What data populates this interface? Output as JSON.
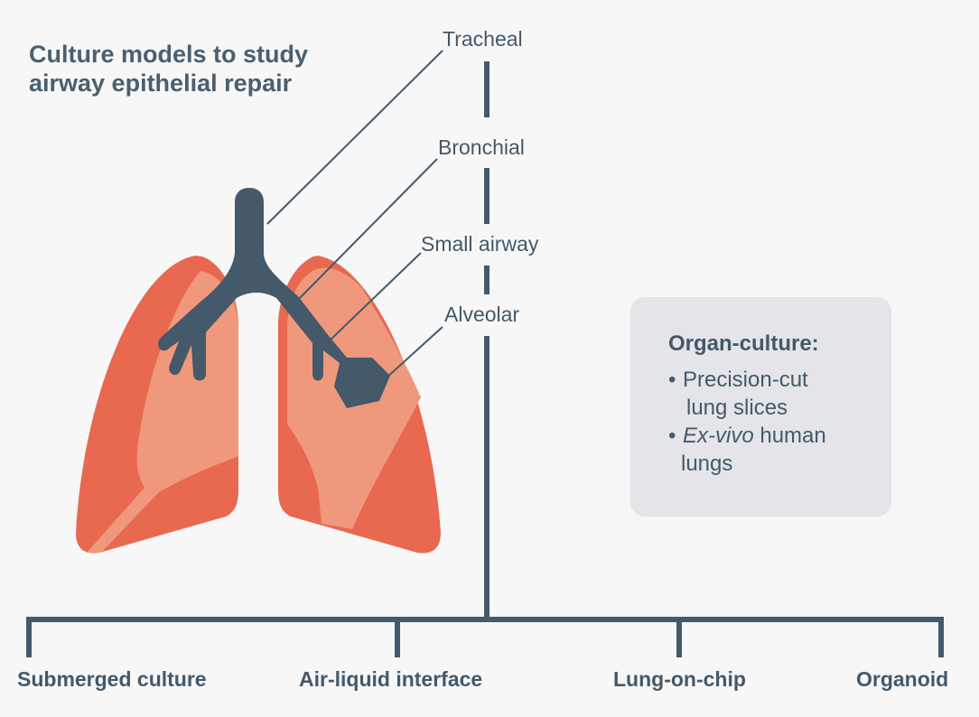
{
  "title": {
    "line1": "Culture models to study",
    "line2": "airway epithelial repair"
  },
  "airway_levels": [
    {
      "label": "Tracheal"
    },
    {
      "label": "Bronchial"
    },
    {
      "label": "Small airway"
    },
    {
      "label": "Alveolar"
    }
  ],
  "organ_culture": {
    "heading": "Organ-culture:",
    "item1_line1": "Precision-cut",
    "item1_line2": "lung slices",
    "item2_italic": "Ex-vivo",
    "item2_rest": " human",
    "item2_line2": "lungs",
    "bullet": "•"
  },
  "culture_models": [
    {
      "label": "Submerged culture"
    },
    {
      "label": "Air-liquid interface"
    },
    {
      "label": "Lung-on-chip"
    },
    {
      "label": "Organoid"
    }
  ],
  "colors": {
    "dark_slate": "#44596a",
    "lung_dark": "#e8694f",
    "lung_light": "#ef987c",
    "box_bg": "#e3e5e8",
    "background": "#f7f7f7"
  }
}
